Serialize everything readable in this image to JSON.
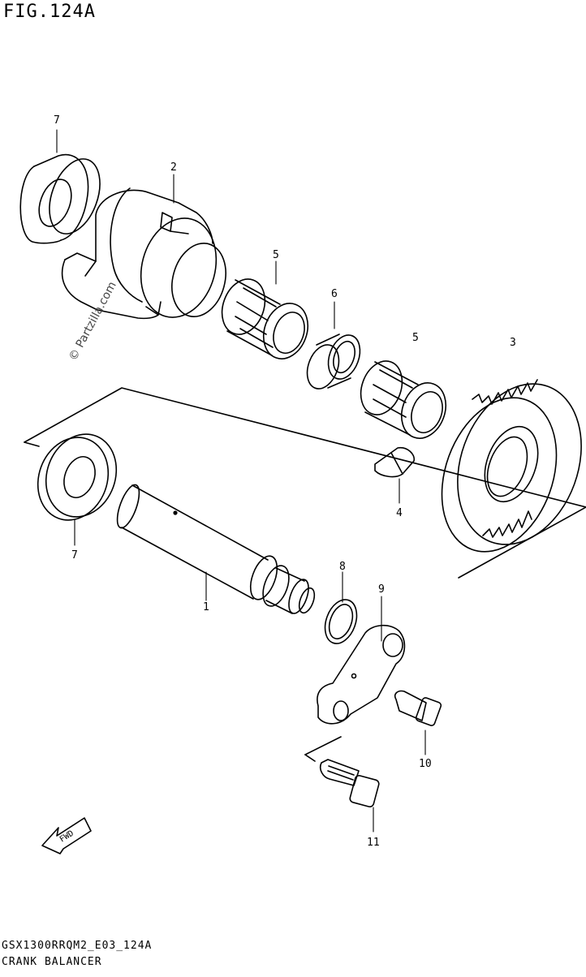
{
  "figure": {
    "title": "FIG.124A",
    "model_code": "GSX1300RRQM2_E03_124A",
    "name": "CRANK BALANCER",
    "watermark": "© Partzilla.com",
    "direction_arrow": "FWD"
  },
  "callouts": [
    "1",
    "2",
    "3",
    "4",
    "5",
    "5",
    "6",
    "7",
    "7",
    "8",
    "9",
    "10",
    "11"
  ],
  "icons": {
    "direction": "fwd-arrow-icon"
  },
  "colors": {
    "line": "#000000",
    "background": "#ffffff"
  }
}
